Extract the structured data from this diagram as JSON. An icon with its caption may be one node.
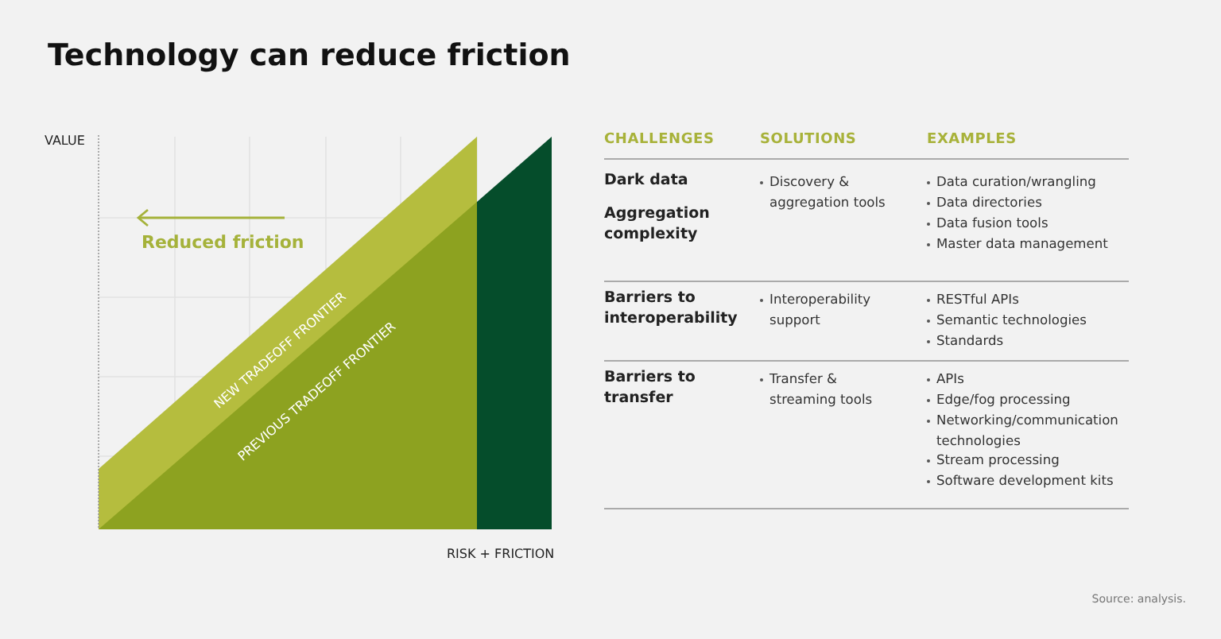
{
  "diagram": {
    "title": "Technology can reduce friction",
    "labels": [
      "VALUE",
      "Reduced friction",
      "NEW TRADEOFF FRONTIER",
      "PREVIOUS TRADEOFF FRONTIER",
      "RISK + FRICTION",
      "CHALLENGES",
      "SOLUTIONS",
      "EXAMPLES",
      "Dark data",
      "Aggregation complexity",
      "Discovery & aggregation tools",
      "Data curation/wrangling",
      "Data directories",
      "Data fusion tools",
      "Master data management",
      "Barriers to interoperability",
      "Interoperability support",
      "RESTful APIs",
      "Semantic technologies",
      "Standards",
      "Barriers to transfer",
      "Transfer & streaming tools",
      "APIs",
      "Edge/fog processing",
      "Networking/communication technologies",
      "Stream processing",
      "Software development kits",
      "Source: analysis."
    ]
  }
}
